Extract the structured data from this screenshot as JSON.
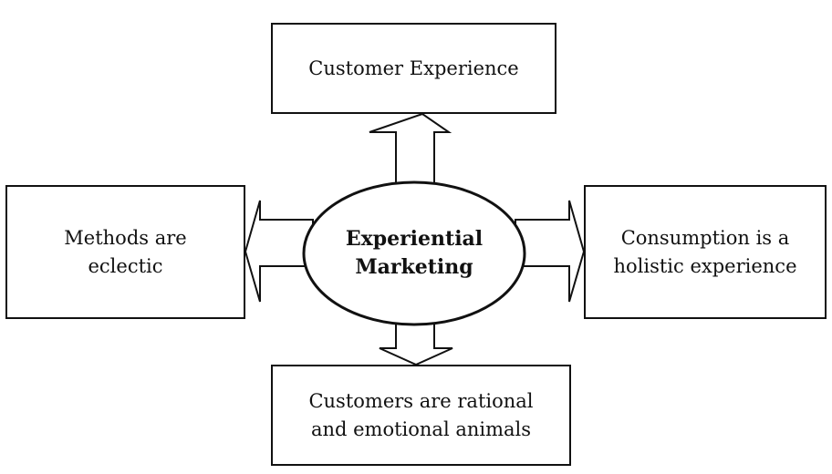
{
  "diagram": {
    "center": {
      "line1": "Experiential",
      "line2": "Marketing"
    },
    "top": {
      "line1": "Customer Experience"
    },
    "left": {
      "line1": "Methods are",
      "line2": "eclectic"
    },
    "right": {
      "line1": "Consumption is a",
      "line2": "holistic experience"
    },
    "bottom": {
      "line1": "Customers are rational",
      "line2": "and emotional animals"
    }
  },
  "colors": {
    "stroke": "#111111",
    "fill": "#ffffff"
  }
}
